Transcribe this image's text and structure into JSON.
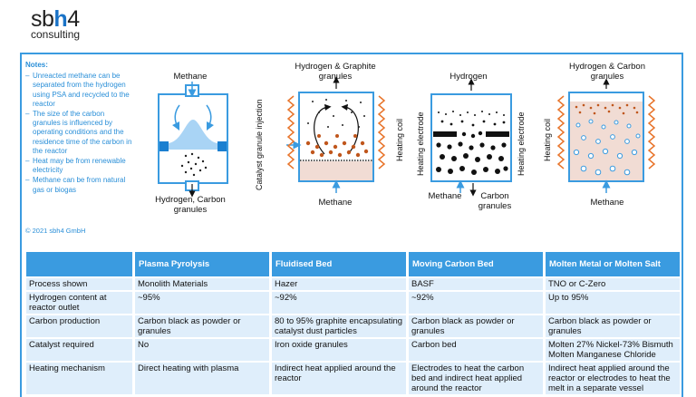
{
  "logo": {
    "brand_prefix": "sb",
    "brand_accent": "h",
    "brand_suffix": "4",
    "tagline": "consulting"
  },
  "notes": {
    "title": "Notes:",
    "items": [
      "Unreacted methane can be separated from the hydrogen using PSA and recycled to the reactor",
      "The size of the carbon granules is influenced by operating conditions and the residence time of the carbon in the reactor",
      "Heat may be from renewable electricity",
      "Methane can be from natural gas or biogas"
    ]
  },
  "copyright": "© 2021 sbh4 GmbH",
  "diagrams": {
    "plasma": {
      "top": "Methane",
      "bottom": "Hydrogen, Carbon granules"
    },
    "fluidised": {
      "top": "Hydrogen & Graphite granules",
      "bottom": "Methane",
      "left": "Catalyst granule injection",
      "right": "Heating coil"
    },
    "moving": {
      "top": "Hydrogen",
      "bottom_left": "Methane",
      "bottom_right": "Carbon granules",
      "left": "Heating electrode",
      "right": "Heating electrode"
    },
    "molten": {
      "top": "Hydrogen & Carbon granules",
      "bottom": "Methane",
      "left": "Heating coil"
    }
  },
  "colors": {
    "accent": "#3a9be0",
    "cell": "#dfeefb",
    "coil": "#e8742a",
    "carbon": "#c0561c"
  },
  "table": {
    "headers": [
      "",
      "Plasma Pyrolysis",
      "Fluidised Bed",
      "Moving Carbon Bed",
      "Molten Metal or Molten Salt"
    ],
    "rows": [
      [
        "Process shown",
        "Monolith Materials",
        "Hazer",
        "BASF",
        "TNO or C-Zero"
      ],
      [
        "Hydrogen content at reactor outlet",
        "~95%",
        "~92%",
        "~92%",
        "Up to 95%"
      ],
      [
        "Carbon production",
        "Carbon black as powder or granules",
        "80 to 95% graphite encapsulating catalyst dust particles",
        "Carbon black as powder or granules",
        "Carbon black as powder or granules"
      ],
      [
        "Catalyst required",
        "No",
        "Iron oxide granules",
        "Carbon bed",
        "Molten 27% Nickel-73% Bismuth Molten Manganese Chloride"
      ],
      [
        "Heating mechanism",
        "Direct heating with plasma",
        "Indirect heat applied around the reactor",
        "Electrodes to heat the carbon bed and indirect heat applied around the reactor",
        "Indirect heat applied around the reactor or electrodes to heat the melt in a separate vessel"
      ]
    ]
  }
}
